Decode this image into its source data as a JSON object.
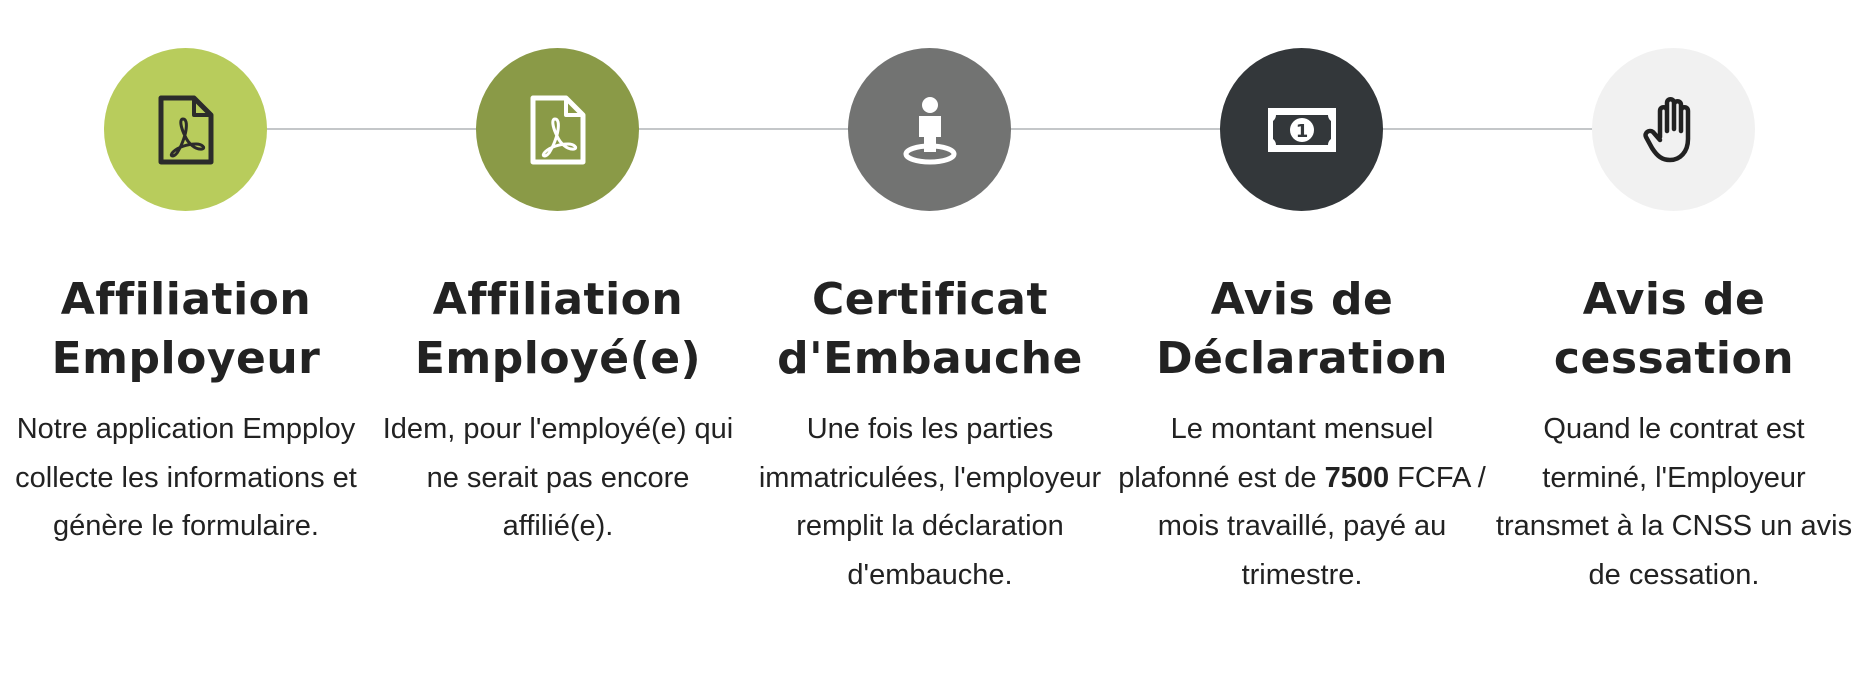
{
  "colors": {
    "step1_circle": "#b8cc5c",
    "step2_circle": "#8a9a47",
    "step3_circle": "#727372",
    "step4_circle": "#33373a",
    "step5_circle": "#f1f1f1",
    "connector_line": "#c4c7c9",
    "text": "#222222"
  },
  "steps": [
    {
      "icon": "pdf-file-icon",
      "title_line1": "Affiliation",
      "title_line2": "Employeur",
      "desc": "Notre application Empploy collecte les informations et génère le formulaire."
    },
    {
      "icon": "pdf-file-icon",
      "title_line1": "Affiliation",
      "title_line2": "Employé(e)",
      "desc": "Idem, pour l'employé(e) qui ne serait pas encore affilié(e)."
    },
    {
      "icon": "person-location-icon",
      "title_line1": "Certificat",
      "title_line2": "d'Embauche",
      "desc": "Une fois les parties immatriculées, l'employeur remplit la déclaration d'embauche."
    },
    {
      "icon": "banknote-icon",
      "title_line1": "Avis de",
      "title_line2": "Déclaration",
      "desc_before": "Le montant mensuel plafonné est de ",
      "desc_bold": "7500",
      "desc_after": " FCFA / mois travaillé, payé au trimestre.",
      "banknote_digit": "1"
    },
    {
      "icon": "hand-stop-icon",
      "title_line1": "Avis de",
      "title_line2": "cessation",
      "desc": "Quand le contrat est terminé, l'Employeur transmet à la CNSS un avis de cessation."
    }
  ]
}
